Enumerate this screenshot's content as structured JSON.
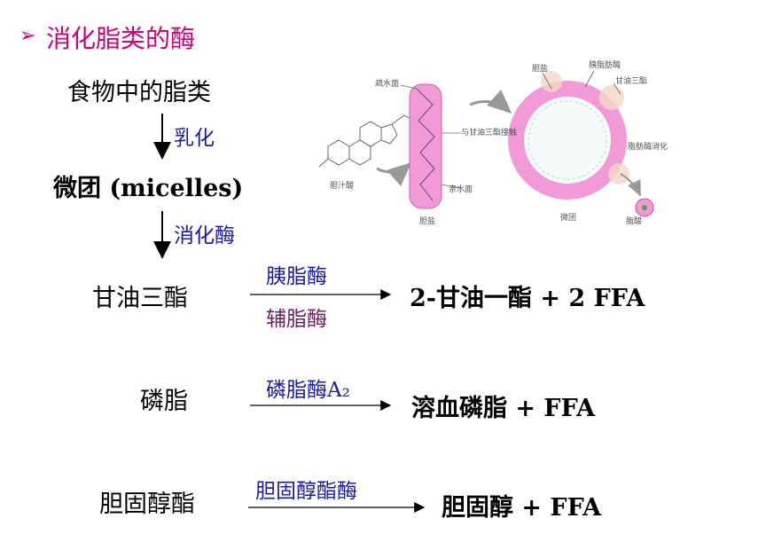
{
  "title": "消化脂类的酶",
  "flow": {
    "food_fat": "食物中的脂类",
    "emulsify": "乳化",
    "micelle": "微团 (micelles)",
    "digest_enzyme": "消化酶"
  },
  "reactions": [
    {
      "substrate": "甘油三酯",
      "enzyme_top": "胰脂酶",
      "enzyme_bottom": "辅脂酶",
      "product": "2-甘油一酯 + 2 FFA"
    },
    {
      "substrate": "磷脂",
      "enzyme_top": "磷脂酶A₂",
      "product": "溶血磷脂 + FFA"
    },
    {
      "substrate": "胆固醇酯",
      "enzyme_top": "胆固醇酯酶",
      "product": "胆固醇 + FFA"
    }
  ],
  "figure_labels": {
    "hydrophobic": "疏水面",
    "bile_acid": "胆汁酸",
    "bile_salt_left": "胆盐",
    "triglyceride_contact": "与甘油三酯接触",
    "hydrophilic": "亲水面",
    "bile_salt_top": "胆盐",
    "lipase": "胰脂肪酶",
    "triglyceride": "甘油三酯",
    "lipase_digest": "脂肪酶消化",
    "micelle": "微团",
    "fatty_acid": "脂酸"
  },
  "colors": {
    "title": "#cc0077",
    "enzyme_blue": "#1a1aa8",
    "enzyme_purple": "#6b1f5f",
    "bile_salt_pink": "#f29ad8"
  }
}
